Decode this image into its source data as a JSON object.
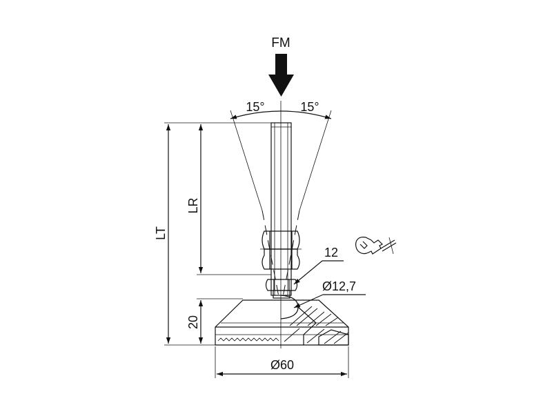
{
  "labels": {
    "force": "FM",
    "angle_left": "15°",
    "angle_right": "15°",
    "total_length": "LT",
    "thread_length": "LR",
    "wrench_size": "12",
    "ball_diameter": "Ø12,7",
    "base_height": "20",
    "base_diameter": "Ø60"
  },
  "icons": {
    "wrench": "wrench-icon",
    "force_arrow": "arrow-down-icon"
  }
}
